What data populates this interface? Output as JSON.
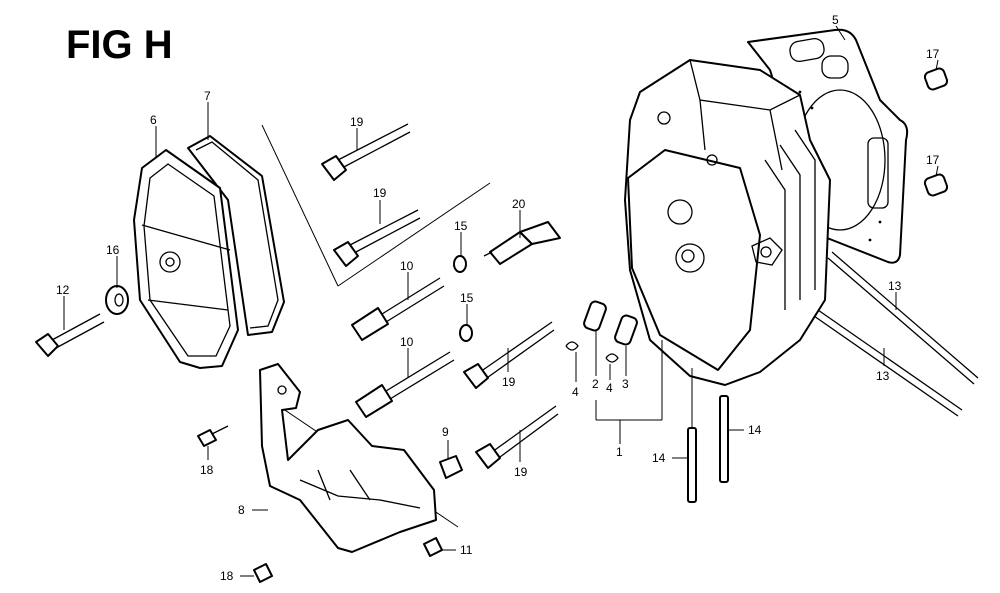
{
  "figure": {
    "title": "FIG H"
  },
  "callouts": [
    {
      "id": "c5",
      "text": "5"
    },
    {
      "id": "c17a",
      "text": "17"
    },
    {
      "id": "c17b",
      "text": "17"
    },
    {
      "id": "c7",
      "text": "7"
    },
    {
      "id": "c6",
      "text": "6"
    },
    {
      "id": "c19a",
      "text": "19"
    },
    {
      "id": "c19b",
      "text": "19"
    },
    {
      "id": "c20",
      "text": "20"
    },
    {
      "id": "c16",
      "text": "16"
    },
    {
      "id": "c15a",
      "text": "15"
    },
    {
      "id": "c15b",
      "text": "15"
    },
    {
      "id": "c10a",
      "text": "10"
    },
    {
      "id": "c10b",
      "text": "10"
    },
    {
      "id": "c12",
      "text": "12"
    },
    {
      "id": "c13a",
      "text": "13"
    },
    {
      "id": "c13b",
      "text": "13"
    },
    {
      "id": "c4a",
      "text": "4"
    },
    {
      "id": "c2",
      "text": "2"
    },
    {
      "id": "c4b",
      "text": "4"
    },
    {
      "id": "c3",
      "text": "3"
    },
    {
      "id": "c19c",
      "text": "19"
    },
    {
      "id": "c19d",
      "text": "19"
    },
    {
      "id": "c1",
      "text": "1"
    },
    {
      "id": "c14a",
      "text": "14"
    },
    {
      "id": "c14b",
      "text": "14"
    },
    {
      "id": "c9",
      "text": "9"
    },
    {
      "id": "c18a",
      "text": "18"
    },
    {
      "id": "c8",
      "text": "8"
    },
    {
      "id": "c11",
      "text": "11"
    },
    {
      "id": "c18b",
      "text": "18"
    }
  ]
}
